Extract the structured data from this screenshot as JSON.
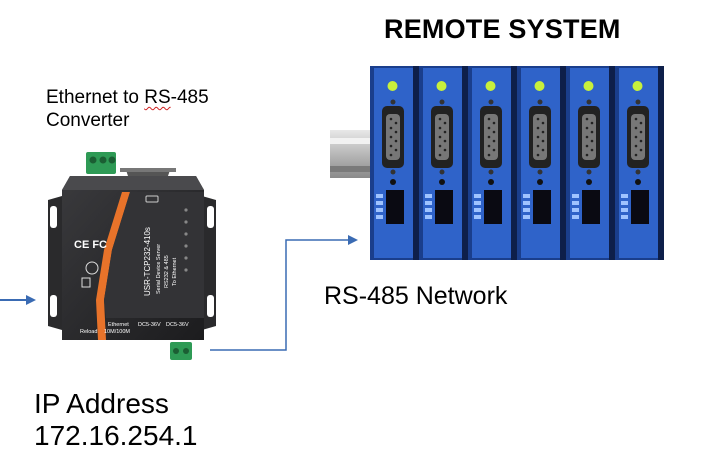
{
  "title": "REMOTE SYSTEM",
  "converter": {
    "label_prefix": "Ethernet to ",
    "label_underlined": "RS",
    "label_suffix": "-485",
    "label_line2": "Converter",
    "model": "USR-TCP232-410s",
    "subtitle_1": "Serial Device Server",
    "subtitle_2": "RS232 & 485",
    "subtitle_3": "To Ethernet",
    "port_ethernet": "Ethernet",
    "port_speed": "10M/100M",
    "port_power_1": "DC5-36V",
    "port_power_2": "DC5-36V",
    "button_reload": "Reload",
    "cert_marks": "CE FC"
  },
  "network": {
    "label": "RS-485 Network"
  },
  "ip": {
    "label": "IP Address",
    "value": "172.16.254.1"
  },
  "colors": {
    "arrow": "#3a6bb3",
    "module_blue": "#2f63c9",
    "led_green": "#c8f03c",
    "device_dark": "#2a2a2c",
    "accent_orange": "#e8732a",
    "terminal_green": "#2e9a55"
  },
  "remote_modules": 6
}
